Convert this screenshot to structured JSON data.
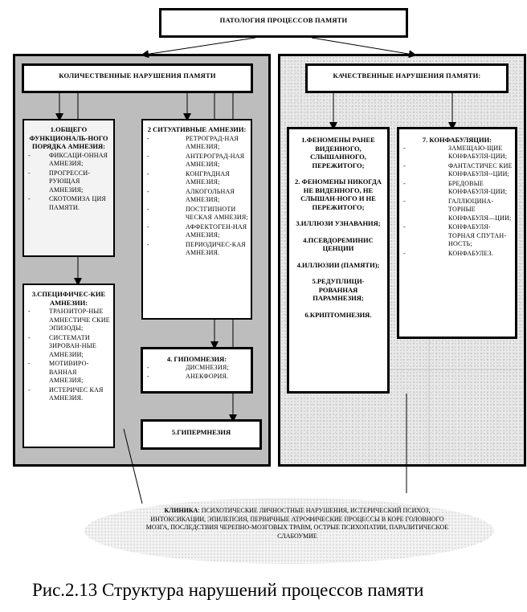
{
  "root": {
    "title": "ПАТОЛОГИЯ ПРОЦЕССОВ ПАМЯТИ"
  },
  "left": {
    "title": "КОЛИЧЕСТВЕННЫЕ НАРУШЕНИЯ ПАМЯТИ",
    "box1": {
      "title": "1.ОБЩЕГО ФУНКЦИОНАЛЬ-НОГО ПОРЯДКА АМНЕЗИЯ:",
      "items": [
        "ФИКСАЦИ-ОННАЯ АМНЕЗИЯ;",
        "ПРОГРЕССИ-РУЮЩАЯ АМНЕЗИЯ;",
        "СКОТОМИЗА ЦИЯ ПАМЯТИ."
      ]
    },
    "box2": {
      "title": "2 СИТУАТИВНЫЕ АМНЕЗИИ:",
      "items": [
        "РЕТРОГРАД-НАЯ АМНЕЗИЯ;",
        "АНТЕРОГРАД-НАЯ АМНЕЗИЯ;",
        "КОНГРАДНАЯ АМНЕЗИЯ;",
        "АЛКОГОЛЬНАЯ АМНЕЗИЯ;",
        "ПОСТГИПНОТИ ЧЕСКАЯ АМНЕЗИЯ;",
        "АФФЕКТОГЕН-НАЯ АМНЕЗИЯ;",
        "ПЕРИОДИЧЕС-КАЯ АМНЕЗИЯ."
      ]
    },
    "box3": {
      "title": "3.СПЕЦИФИЧЕС-КИЕ АМНЕЗИИ:",
      "items": [
        "ТРАНЗИТОР-НЫЕ АМНЕСТИЧЕ СКИЕ ЭПИЗОДЫ;",
        "СИСТЕМАТИ ЗИРОВАН-НЫЕ АМНЕЗИИ;",
        "МОТИВИРО-ВАННАЯ АМНЕЗИЯ;",
        "ИСТЕРИЧЕС КАЯ АМНЕЗИЯ."
      ]
    },
    "box4": {
      "title": "4. ГИПОМНЕЗИЯ:",
      "items": [
        "ДИСМНЕЗИЯ;",
        "АНЕКФОРИЯ."
      ]
    },
    "box5": {
      "title": "5.ГИПЕРМНЕЗИЯ"
    }
  },
  "right": {
    "title": "КАЧЕСТВЕННЫЕ НАРУШЕНИЯ ПАМЯТИ:",
    "box1": {
      "items": [
        "1.ФЕНОМЕНЫ РАНЕЕ ВИДЕННОГО, СЛЫШАННОГО, ПЕРЕЖИТОГО;",
        "2. ФЕНОМЕНЫ НИКОГДА НЕ ВИДЕННОГО, НЕ СЛЫШАН-НОГО И НЕ ПЕРЕЖИТОГО;",
        "3.ИЛЛЮЗИ УЗНАВАНИЯ;",
        "4.ПСЕВДОРЕМИНИС ЦЕНЦИИ",
        "4.ИЛЛЮЗИИ (ПАМЯТИ);",
        "5.РЕДУПЛИЦИ-РОВАННАЯ ПАРАМНЕЗИЯ;",
        "6.КРИПТОМНЕЗИЯ."
      ]
    },
    "box2": {
      "title": "7. КОНФАБУЛЯЦИИ:",
      "items": [
        "ЗАМЕЩАЮ-ЩИЕ КОНФАБУЛЯ-ЦИИ;",
        "ФАНТАСТИЧЕС КИЕ КОНФАБУЛЯ--ЦИИ;",
        "БРЕДОВЫЕ КОНФАБУЛЯ-ЦИИ;",
        "ГАЛЛЮЦИНА-ТОРНЫЕ КОНФАБУЛЯ—ЦИИ;",
        "КОНФАБУЛЯ-ТОРНАЯ СПУТАН-НОСТЬ;",
        "КОНФАБУЛЕЗ."
      ]
    }
  },
  "clinic": {
    "label": "КЛИНИКА",
    "text": ": ПСИХОТИЧЕСКИЕ ЛИЧНОСТНЫЕ НАРУШЕНИЯ, ИСТЕРИЧЕСКИЙ ПСИХОЗ, ИНТОКСИКАЦИИ, ЭПИЛЕПСИЯ, ПЕРВИЧНЫЕ АТРОФИЧЕСКИЕ ПРОЦЕССЫ В КОРЕ ГОЛОВНОГО МОЗГА, ПОСЛЕДСТВИЯ ЧЕРЕПНО-МОЗГОВЫХ ТРАВМ, ОСТРЫЕ ПСИХОПАТИИ, ПАРАЛИТИЧЕСКОЕ СЛАБОУМИЕ"
  },
  "caption": "Рис.2.13 Структура нарушений процессов памяти"
}
